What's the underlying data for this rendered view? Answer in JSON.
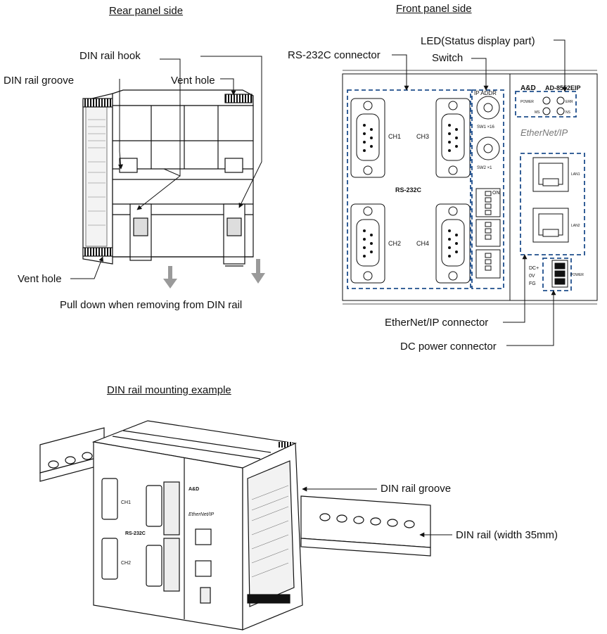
{
  "rear": {
    "title": "Rear panel side",
    "din_rail_hook": "DIN rail hook",
    "din_rail_groove": "DIN rail groove",
    "vent_hole_top": "Vent hole",
    "vent_hole_bottom": "Vent hole",
    "pull_down": "Pull down when removing from DIN rail"
  },
  "front": {
    "title": "Front panel side",
    "led": "LED(Status display part)",
    "rs232c": "RS-232C connector",
    "switch": "Switch",
    "ethernet": "EtherNet/IP connector",
    "dc_power": "DC power connector",
    "panel": {
      "brand": "A&D",
      "model": "AD-8552EIP",
      "ch1": "CH1",
      "ch2": "CH2",
      "ch3": "CH3",
      "ch4": "CH4",
      "rs_label": "RS-232C",
      "ip_addr": "IP ADDR",
      "sw1": "SW1 ×16",
      "sw2": "SW2 ×1",
      "on": "ON",
      "led_power": "POWER",
      "led_ms": "MS",
      "led_err": "ERR",
      "led_ns": "NS",
      "ethernetip": "EtherNet/IP",
      "lan1": "LAN1",
      "lan2": "LAN2",
      "dc_plus": "DC+",
      "zero_v": "0V",
      "fg": "FG",
      "power": "POWER"
    }
  },
  "mount": {
    "title": "DIN rail mounting example",
    "din_rail_groove": "DIN rail groove",
    "din_rail": "DIN rail (width 35mm)"
  },
  "colors": {
    "dashed_box": "#1f4e8c",
    "arrow": "#9a9a9a",
    "line": "#111111"
  }
}
